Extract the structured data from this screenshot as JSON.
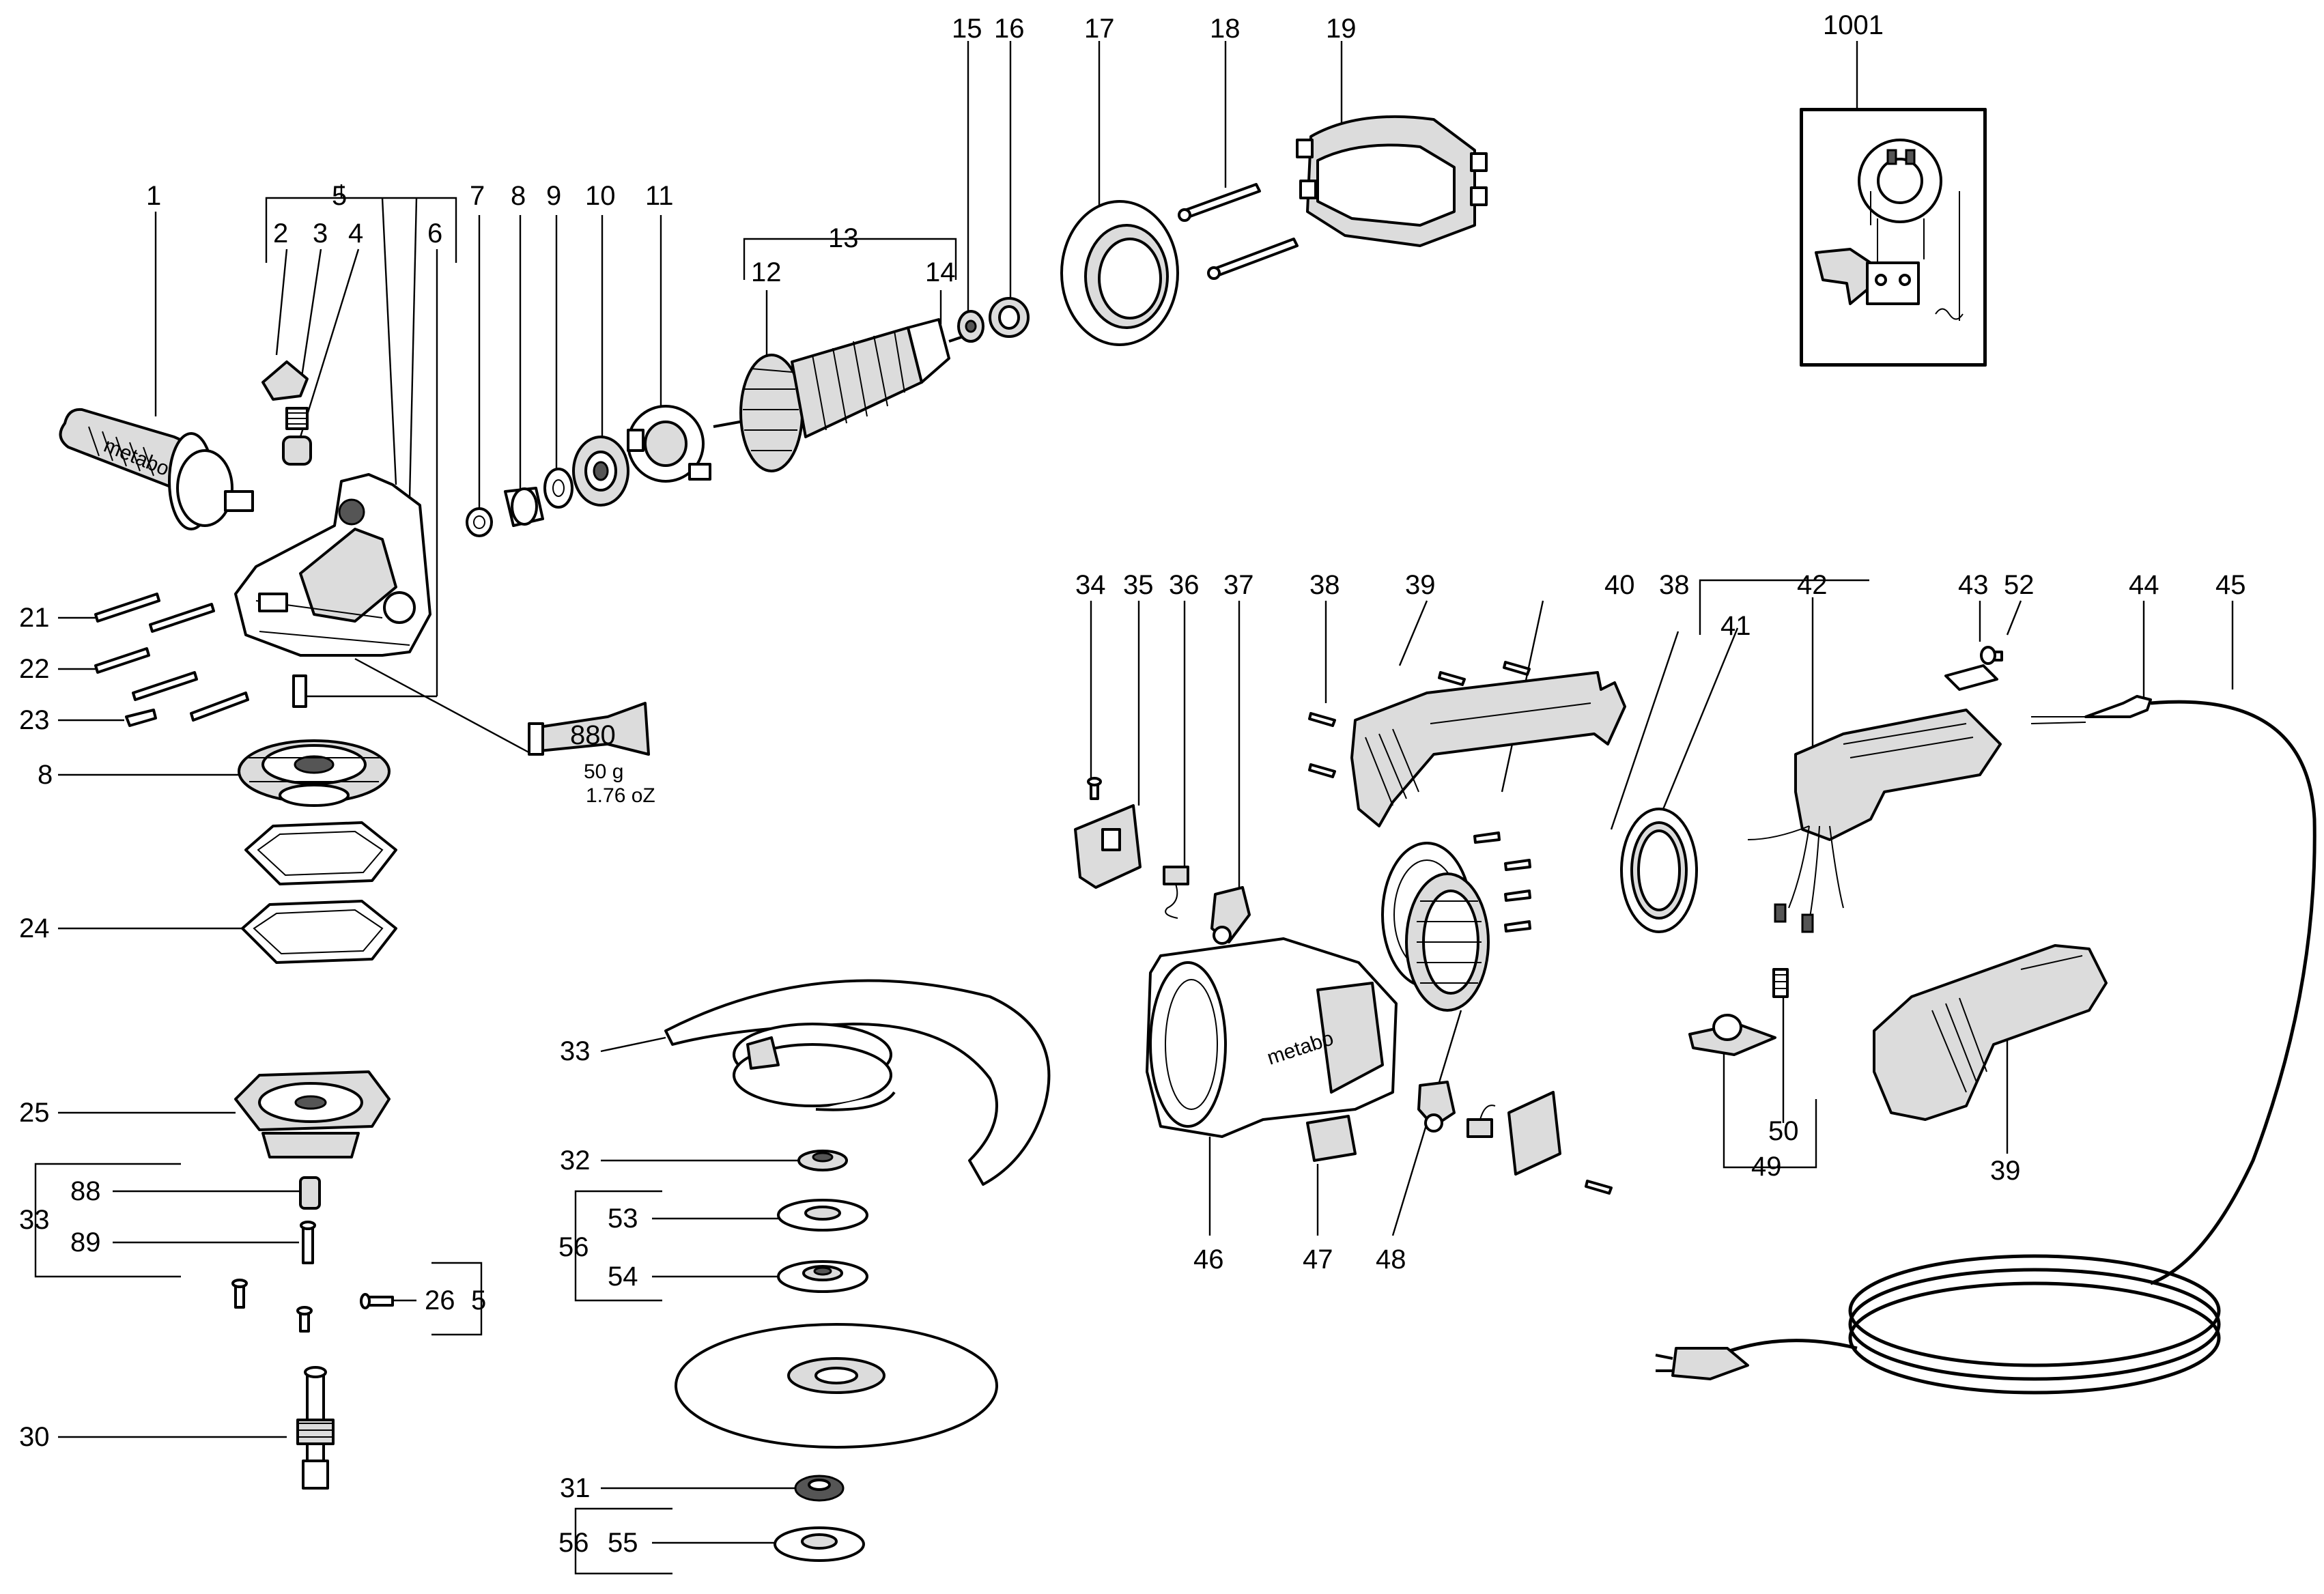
{
  "diagram": {
    "callouts": [
      "1",
      "2",
      "3",
      "4",
      "5",
      "6",
      "7",
      "8",
      "9",
      "10",
      "11",
      "12",
      "13",
      "14",
      "15",
      "16",
      "17",
      "18",
      "19",
      "1001",
      "21",
      "22",
      "23",
      "24",
      "25",
      "26",
      "30",
      "31",
      "32",
      "33",
      "34",
      "35",
      "36",
      "37",
      "38",
      "39",
      "40",
      "41",
      "42",
      "43",
      "44",
      "45",
      "46",
      "47",
      "48",
      "49",
      "50",
      "52",
      "53",
      "54",
      "55",
      "56",
      "88",
      "89"
    ],
    "grease_tube": {
      "code": "880",
      "weight_g": "50 g",
      "weight_oz": "1.76 oZ"
    },
    "brand_marking": "metabo"
  }
}
